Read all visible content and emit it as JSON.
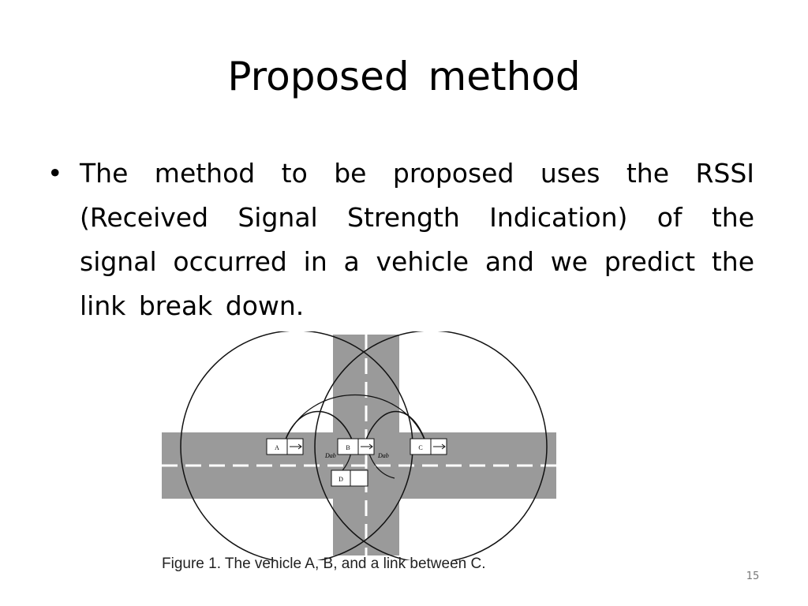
{
  "slide": {
    "title": "Proposed  method",
    "bullet_marker": "•",
    "bullet_text": "The method to be proposed uses the RSSI (Received Signal Strength Indication) of the signal occurred in a vehicle and we predict the link break down.",
    "page_number": "15"
  },
  "figure": {
    "caption": "Figure 1. The vehicle A, B, and a link between C.",
    "vehicle_a_label": "A",
    "vehicle_b_label": "B",
    "vehicle_c_label": "C",
    "vehicle_d_label": "D",
    "distance_ab_label": "Dab",
    "distance_bc_label": "Dab"
  }
}
